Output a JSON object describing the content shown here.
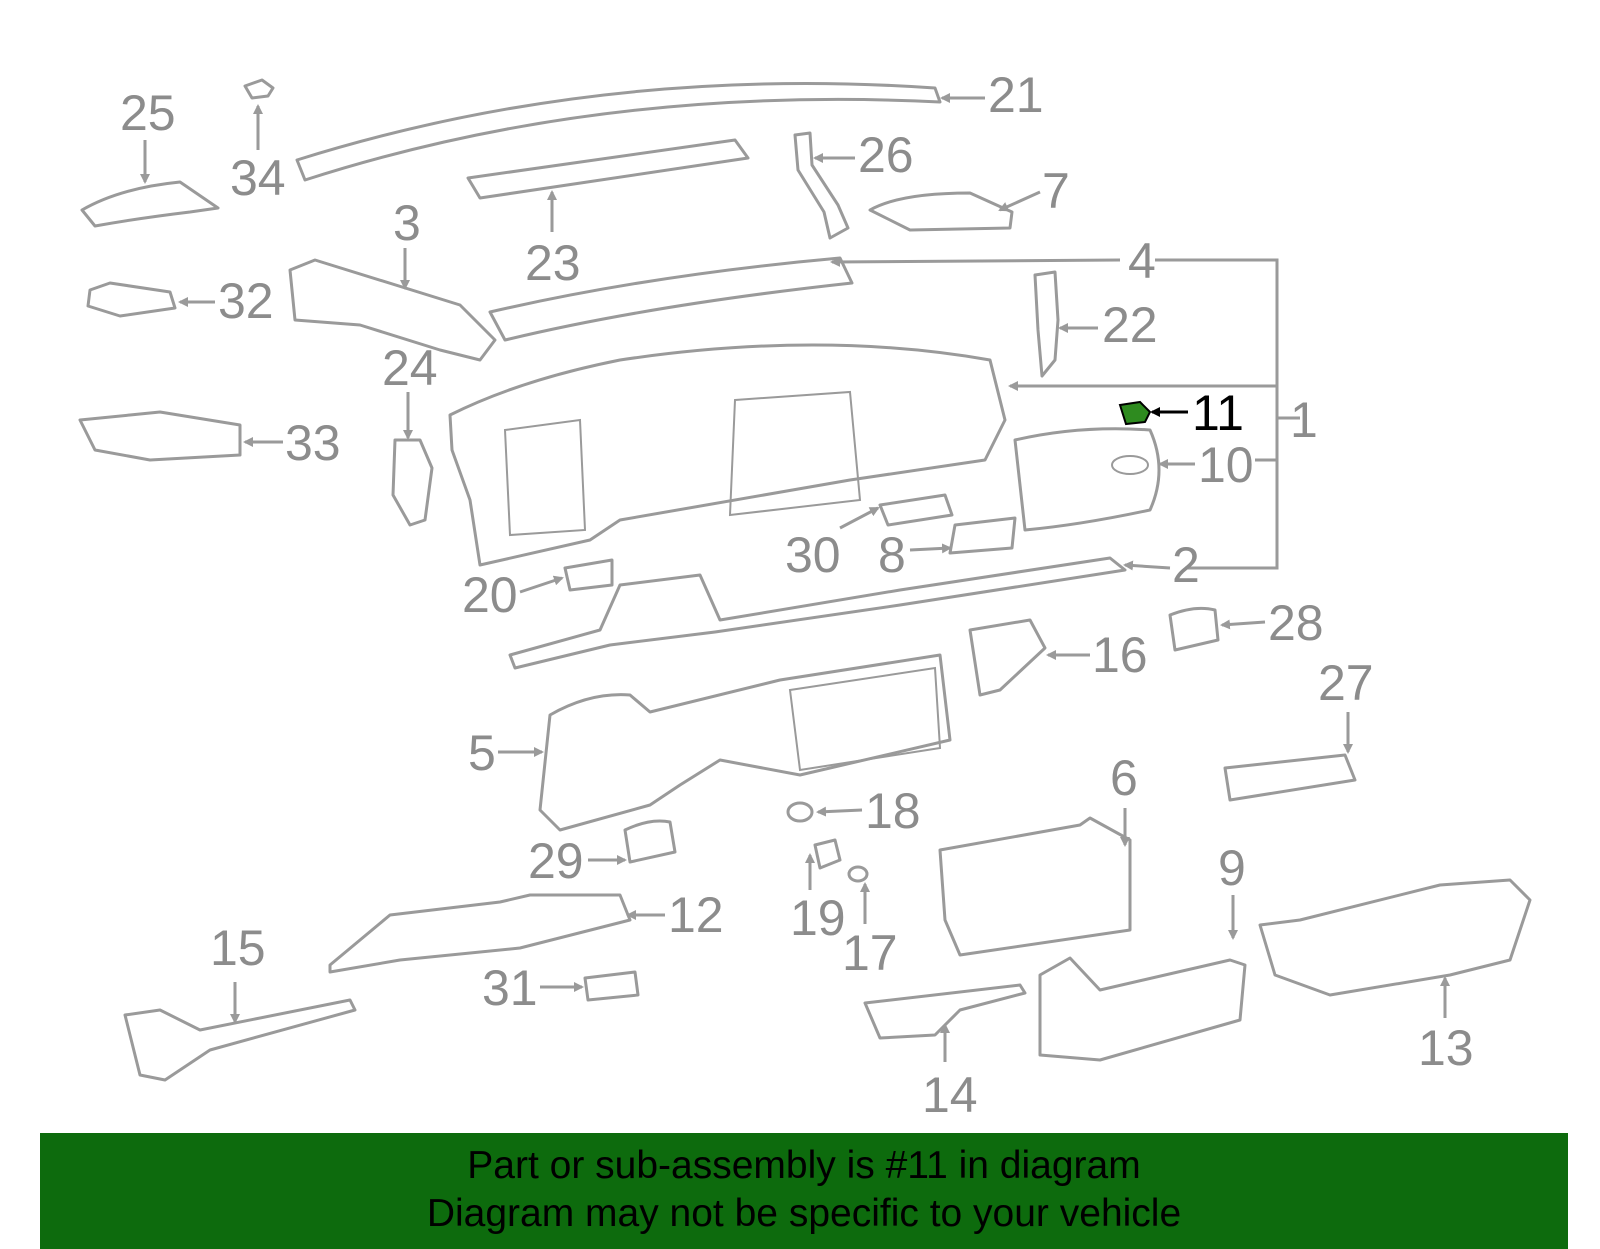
{
  "diagram": {
    "highlight_part": "11",
    "highlight_color": "#2e8b1f",
    "line_color": "#9a9a9a",
    "labels": {
      "p1": "1",
      "p2": "2",
      "p3": "3",
      "p4": "4",
      "p5": "5",
      "p6": "6",
      "p7": "7",
      "p8": "8",
      "p9": "9",
      "p10": "10",
      "p11": "11",
      "p12": "12",
      "p13": "13",
      "p14": "14",
      "p15": "15",
      "p16": "16",
      "p17": "17",
      "p18": "18",
      "p19": "19",
      "p20": "20",
      "p21": "21",
      "p22": "22",
      "p23": "23",
      "p24": "24",
      "p25": "25",
      "p26": "26",
      "p27": "27",
      "p28": "28",
      "p29": "29",
      "p30": "30",
      "p31": "31",
      "p32": "32",
      "p33": "33",
      "p34": "34"
    }
  },
  "banner": {
    "line1": "Part or sub-assembly is #11 in diagram",
    "line2": "Diagram may not be specific to your vehicle",
    "background": "#0d6b0d"
  }
}
